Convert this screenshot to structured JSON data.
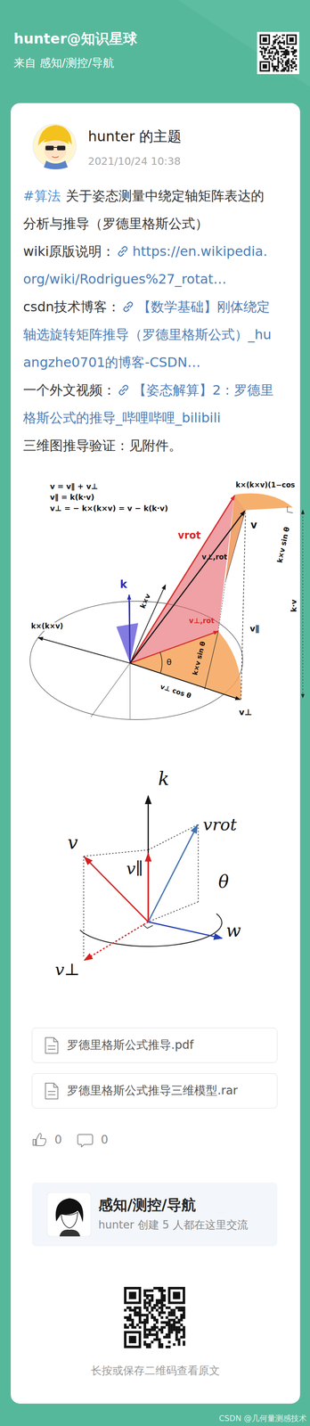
{
  "diagram": {
    "title": "hunter@知识星球",
    "nodes": [
      {
        "text": [
          "罗德里格斯公式推导.pdf"
        ]
      },
      {
        "text": [
          "罗德里格斯公式推导三维模型.rar"
        ]
      },
      {
        "text": [
          "感知/测控/导航",
          "hunter 创建 5 人都在这里交流"
        ]
      }
    ],
    "labels": [
      "来自 感知/测控/导航",
      "hunter 的主题",
      "2021/10/24 10:38",
      "#算法",
      "关于姿态测量中绕定轴矩阵表达的分析与推导（罗德里格斯公式）",
      "wiki原版说明：",
      "https://en.wikipedia.org/wiki/Rodrigues%27_rotat…",
      "csdn技术博客：",
      "【数学基础】刚体绕定轴选旋转矩阵推导（罗德里格斯公式）_huangzhe0701的博客-CSDN…",
      "一个外文视频：",
      "【姿态解算】2：罗德里格斯公式的推导_哔哩哔哩_bilibili",
      "三维图推导验证：见附件。",
      "v = v∥ + v⊥",
      "v∥ = k(k·v)",
      "v⊥ = − k×(k×v) = v − k(k·v)",
      "k×(k×v)(1−cos",
      "k×v sin θ",
      "vrot",
      "v⊥,rot",
      "v",
      "v∥",
      "k·v",
      "k",
      "k×v",
      "k×(k×v)",
      "θ",
      "v⊥,rot",
      "k×v sin θ",
      "v⊥ cos θ",
      "v⊥",
      "k",
      "v",
      "v∥",
      "vrot",
      "θ",
      "w",
      "v⊥",
      "0",
      "0",
      "长按或保存二维码查看原文",
      "CSDN @几何量测感技术"
    ]
  }
}
